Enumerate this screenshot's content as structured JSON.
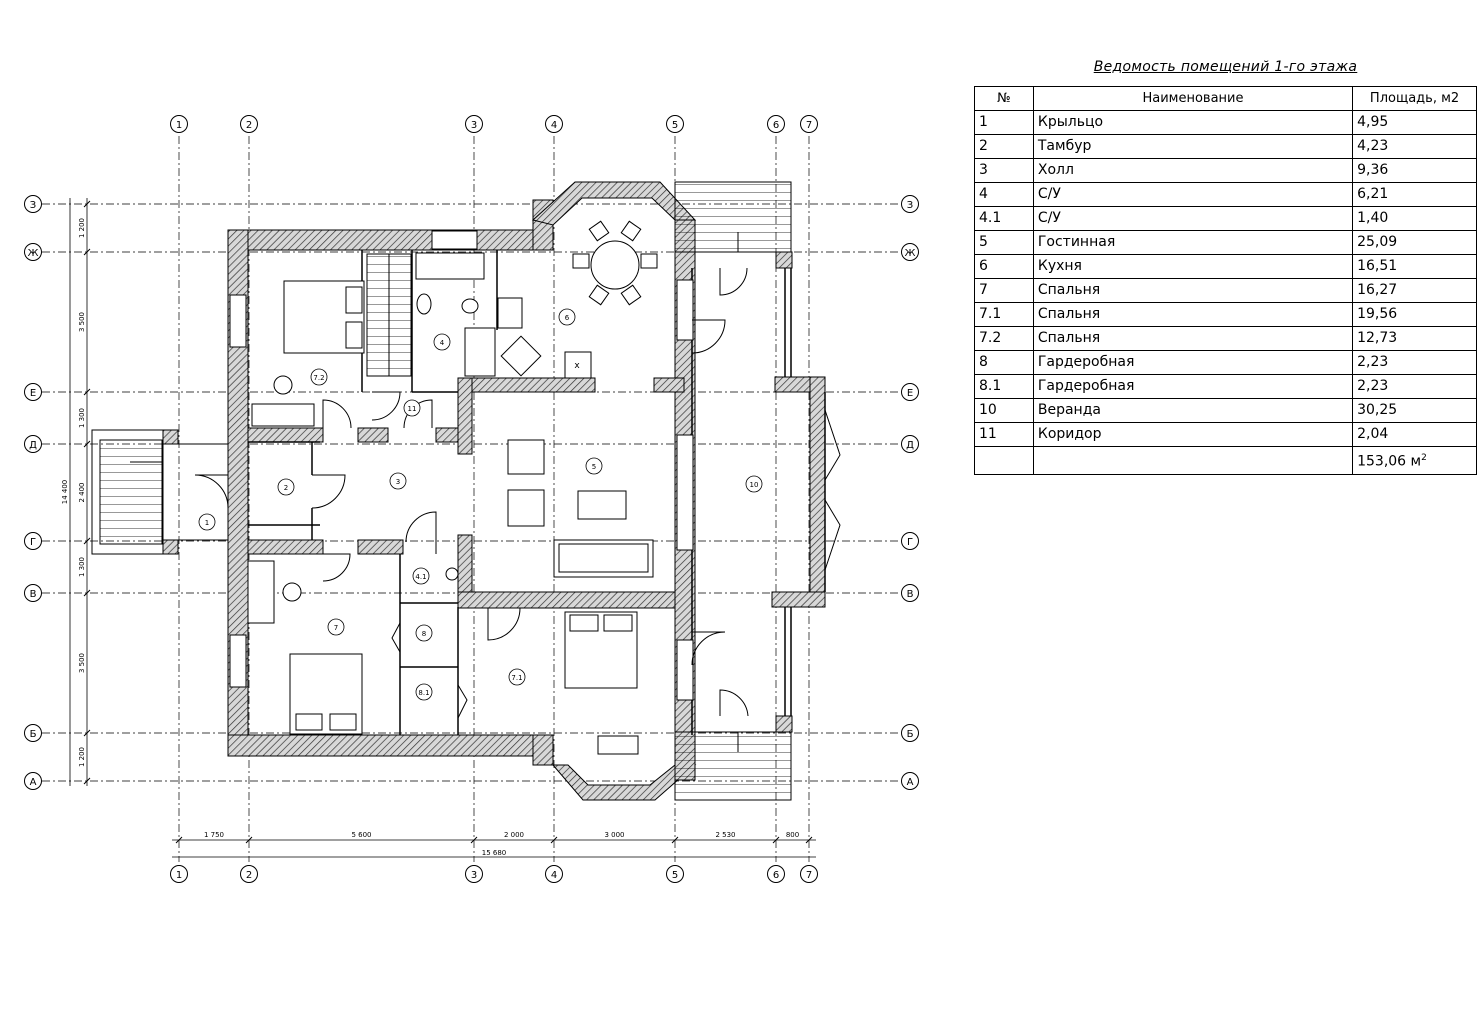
{
  "table": {
    "title": "Ведомость помещений 1-го этажа",
    "headers": {
      "no": "№",
      "name": "Наименование",
      "area": "Площадь, м2"
    },
    "rows": [
      {
        "no": "1",
        "name": "Крыльцо",
        "area": "4,95"
      },
      {
        "no": "2",
        "name": "Тамбур",
        "area": "4,23"
      },
      {
        "no": "3",
        "name": "Холл",
        "area": "9,36"
      },
      {
        "no": "4",
        "name": "С/У",
        "area": "6,21"
      },
      {
        "no": "4.1",
        "name": "С/У",
        "area": "1,40"
      },
      {
        "no": "5",
        "name": "Гостинная",
        "area": "25,09"
      },
      {
        "no": "6",
        "name": "Кухня",
        "area": "16,51"
      },
      {
        "no": "7",
        "name": "Спальня",
        "area": "16,27"
      },
      {
        "no": "7.1",
        "name": "Спальня",
        "area": "19,56"
      },
      {
        "no": "7.2",
        "name": "Спальня",
        "area": "12,73"
      },
      {
        "no": "8",
        "name": "Гардеробная",
        "area": "2,23"
      },
      {
        "no": "8.1",
        "name": "Гардеробная",
        "area": "2,23"
      },
      {
        "no": "10",
        "name": "Веранда",
        "area": "30,25"
      },
      {
        "no": "11",
        "name": "Коридор",
        "area": "2,04"
      }
    ],
    "total": {
      "area": "153,06 м",
      "unit_sup": "2"
    }
  },
  "plan": {
    "axes_vertical": [
      "1",
      "2",
      "3",
      "4",
      "5",
      "6",
      "7"
    ],
    "axes_horizontal": [
      "З",
      "Ж",
      "Е",
      "Д",
      "Г",
      "В",
      "Б",
      "А"
    ],
    "dims_bottom": [
      "1 750",
      "5 600",
      "2 000",
      "3 000",
      "2 530",
      "800"
    ],
    "dim_total_bottom": "15 680",
    "dims_left": [
      "1 200",
      "3 500",
      "1 300",
      "2 400",
      "1 300",
      "3 500",
      "1 200"
    ],
    "dim_total_left": "14 400",
    "room_tags": [
      "1",
      "2",
      "3",
      "4",
      "4.1",
      "5",
      "6",
      "7",
      "7.1",
      "7.2",
      "8",
      "8.1",
      "10",
      "11"
    ],
    "stove_mark": "x"
  }
}
